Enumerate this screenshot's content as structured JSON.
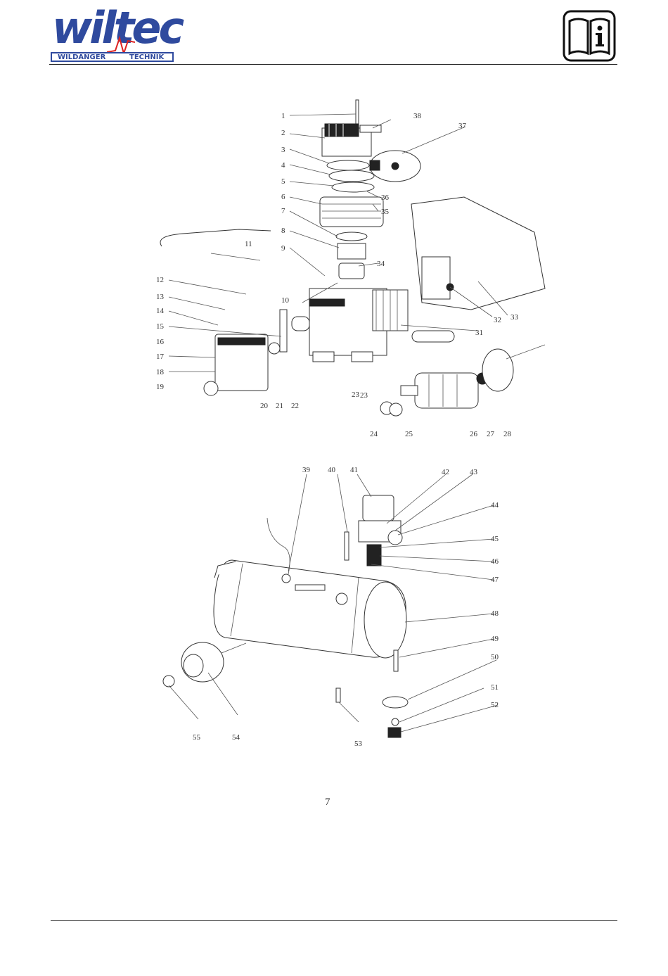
{
  "header": {
    "logo": {
      "word": "wiltec",
      "left_text": "WILDANGER",
      "right_text": "TECHNIK"
    },
    "icon": "book-info-icon"
  },
  "figure_top": {
    "labels": [
      "1",
      "2",
      "3",
      "4",
      "5",
      "6",
      "7",
      "8",
      "9",
      "10",
      "11",
      "12",
      "13",
      "14",
      "15",
      "16",
      "17",
      "18",
      "19",
      "20",
      "21",
      "22",
      "23",
      "23",
      "24",
      "25",
      "26",
      "27",
      "28",
      "31",
      "32",
      "33",
      "34",
      "35",
      "36",
      "37",
      "38"
    ]
  },
  "figure_bottom": {
    "labels": [
      "39",
      "40",
      "41",
      "42",
      "43",
      "44",
      "45",
      "46",
      "47",
      "48",
      "49",
      "50",
      "51",
      "52",
      "53",
      "54",
      "55"
    ]
  },
  "footer": {
    "page_number": "7"
  }
}
